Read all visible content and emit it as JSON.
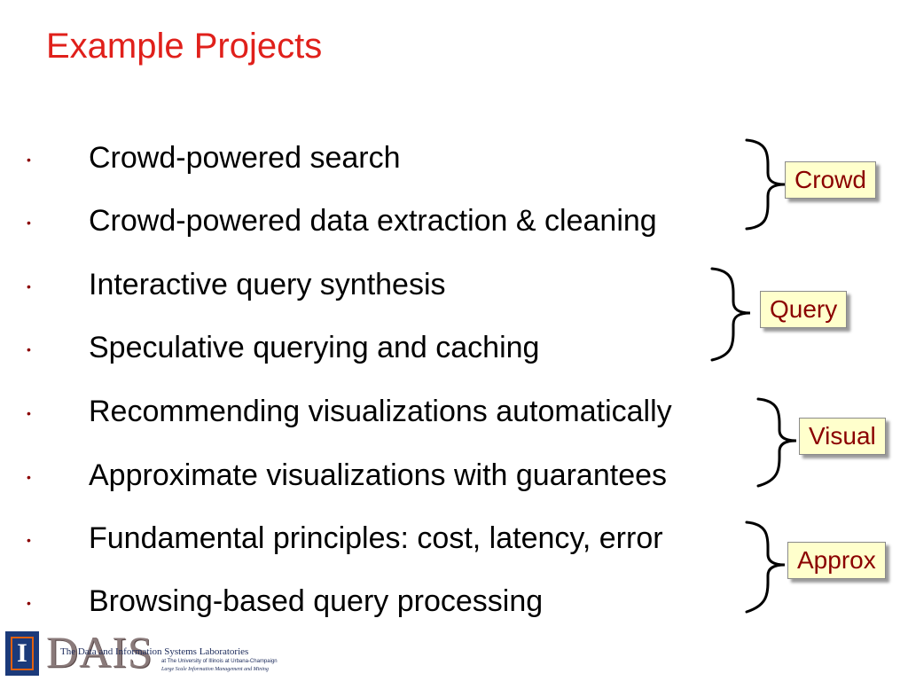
{
  "slide": {
    "title": "Example Projects",
    "bullet_symbol": "•",
    "bullets": [
      "Crowd-powered search",
      "Crowd-powered data extraction & cleaning",
      "Interactive query synthesis",
      "Speculative querying and caching",
      "Recommending visualizations automatically",
      "Approximate visualizations with guarantees",
      "Fundamental principles: cost, latency, error",
      "Browsing-based query processing"
    ],
    "groups": [
      {
        "label": "Crowd"
      },
      {
        "label": "Query"
      },
      {
        "label": "Visual"
      },
      {
        "label": "Approx"
      }
    ]
  },
  "footer": {
    "badge_letter": "I",
    "logo_word": "DAIS",
    "subtitle": "The Data and Information Systems Laboratories",
    "line2": "at The University of Illinois at Urbana-Champaign",
    "line3": "Large Scale Information Management and Mining"
  },
  "colors": {
    "title": "#e0201b",
    "tag_text": "#8b0000",
    "tag_fill": "#ffffcc",
    "brace": "#000000"
  }
}
